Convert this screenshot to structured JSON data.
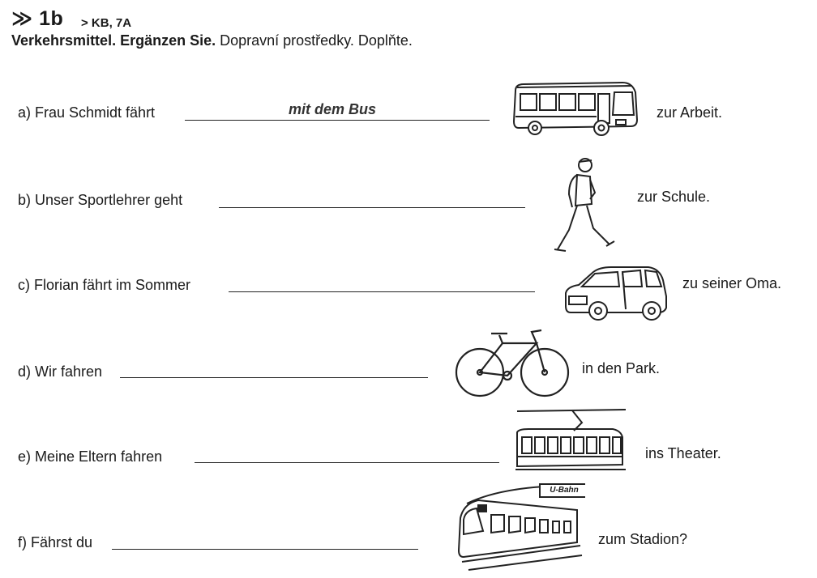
{
  "header": {
    "number": "≫ 1b",
    "reference": "> KB, 7A"
  },
  "instruction": {
    "bold": "Verkehrsmittel. Ergänzen Sie.",
    "normal": "Dopravní prostředky. Doplňte."
  },
  "items": [
    {
      "prompt": "a) Frau Schmidt fährt",
      "answer": "mit dem Bus",
      "suffix": "zur Arbeit.",
      "picture": "bus-icon"
    },
    {
      "prompt": "b) Unser Sportlehrer geht",
      "answer": "",
      "suffix": "zur Schule.",
      "picture": "walking-person-icon"
    },
    {
      "prompt": "c) Florian fährt im Sommer",
      "answer": "",
      "suffix": "zu seiner Oma.",
      "picture": "car-icon"
    },
    {
      "prompt": "d) Wir fahren",
      "answer": "",
      "suffix": "in den Park.",
      "picture": "bicycle-icon"
    },
    {
      "prompt": "e) Meine Eltern fahren",
      "answer": "",
      "suffix": "ins Theater.",
      "picture": "tram-icon"
    },
    {
      "prompt": "f) Fährst du",
      "answer": "",
      "suffix": "zum Stadion?",
      "picture": "subway-train-icon",
      "sign": "U-Bahn"
    }
  ]
}
